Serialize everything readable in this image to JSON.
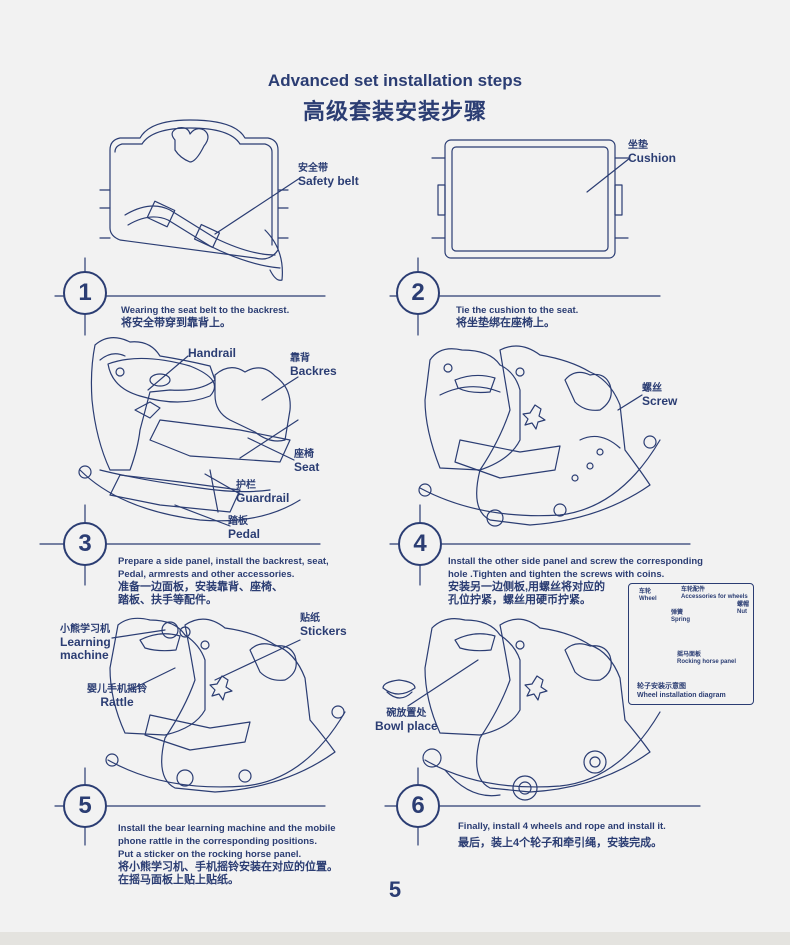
{
  "title": {
    "en": "Advanced set installation steps",
    "zh": "高级套装安装步骤"
  },
  "steps": [
    {
      "number": "1",
      "caption_en": "Wearing the seat belt to the backrest.",
      "caption_zh": "将安全带穿到靠背上。",
      "labels": [
        {
          "zh": "安全带",
          "en": "Safety belt"
        }
      ]
    },
    {
      "number": "2",
      "caption_en": "Tie the cushion to the seat.",
      "caption_zh": "将坐垫绑在座椅上。",
      "labels": [
        {
          "zh": "坐垫",
          "en": "Cushion"
        }
      ]
    },
    {
      "number": "3",
      "caption_en_1": "Prepare a side panel, install the backrest, seat,",
      "caption_en_2": "Pedal, armrests and other accessories.",
      "caption_zh_1": "准备一边面板，安装靠背、座椅、",
      "caption_zh_2": "踏板、扶手等配件。",
      "labels": [
        {
          "zh": "",
          "en": "Handrail"
        },
        {
          "zh": "靠背",
          "en": "Backres"
        },
        {
          "zh": "座椅",
          "en": "Seat"
        },
        {
          "zh": "护栏",
          "en": "Guardrail"
        },
        {
          "zh": "踏板",
          "en": "Pedal"
        }
      ]
    },
    {
      "number": "4",
      "caption_en_1": "Install the other side panel and screw the corresponding",
      "caption_en_2": "hole .Tighten and tighten the screws with coins.",
      "caption_zh_1": "安装另一边侧板,用螺丝将对应的",
      "caption_zh_2": "孔位拧紧，螺丝用硬币拧紧。",
      "labels": [
        {
          "zh": "螺丝",
          "en": "Screw"
        }
      ]
    },
    {
      "number": "5",
      "caption_en_1": "Install the bear learning machine and the mobile",
      "caption_en_2": "phone rattle in the corresponding positions.",
      "caption_en_3": "Put a sticker on the rocking horse panel.",
      "caption_zh_1": "将小熊学习机、手机摇铃安装在对应的位置。",
      "caption_zh_2": "在摇马面板上贴上贴纸。",
      "labels": [
        {
          "zh": "小熊学习机",
          "en": "Learning machine"
        },
        {
          "zh": "贴纸",
          "en": "Stickers"
        },
        {
          "zh": "婴儿手机摇铃",
          "en": "Rattle"
        }
      ]
    },
    {
      "number": "6",
      "caption_en": "Finally, install 4 wheels and rope and install it.",
      "caption_zh": "最后，装上4个轮子和牵引绳，安装完成。",
      "labels": [
        {
          "zh": "碗放置处",
          "en": "Bowl place"
        }
      ]
    }
  ],
  "wheel_diagram": {
    "wheel": {
      "zh": "车轮",
      "en": "Wheel"
    },
    "accessories": {
      "zh": "车轮配件",
      "en": "Accessories for wheels"
    },
    "spring": {
      "zh": "弹簧",
      "en": "Spring"
    },
    "nut": {
      "zh": "螺帽",
      "en": "Nut"
    },
    "panel": {
      "zh": "摇马面板",
      "en": "Rocking horse panel"
    },
    "caption_zh": "轮子安装示意图",
    "caption_en": "Wheel installation diagram"
  },
  "page_number": "5",
  "colors": {
    "ink": "#2b3d73",
    "background": "#f2f2f2",
    "footer": "#e4e3df"
  }
}
